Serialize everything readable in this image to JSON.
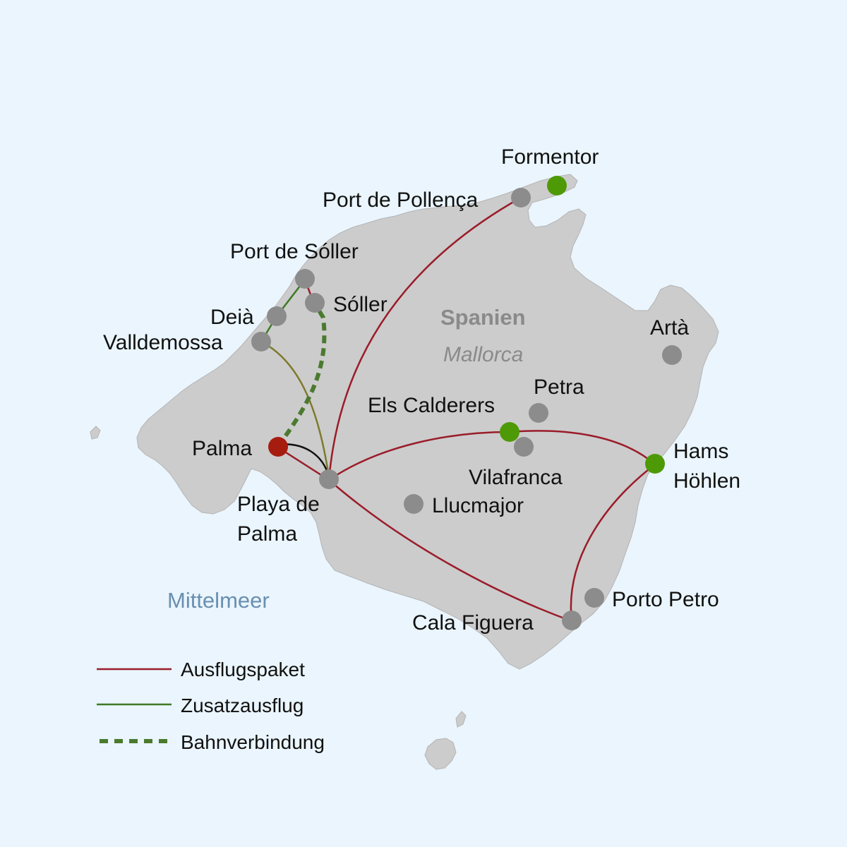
{
  "map": {
    "country_label": "Spanien",
    "island_label": "Mallorca",
    "sea_label": "Mittelmeer",
    "colors": {
      "water": "#eaf5fd",
      "land": "#cccccc",
      "place": "#8c8c8c",
      "highlight": "#4e9a06",
      "start": "#a61d0f",
      "route_main": "#9b1c2a",
      "route_extra": "#3e7a25",
      "route_extra_olive": "#7d7a2c",
      "route_rail": "#4b7a2f",
      "route_transfer": "#111111"
    },
    "places": [
      {
        "id": "formentor",
        "name": "Formentor",
        "type": "highlight"
      },
      {
        "id": "port-de-pollenca",
        "name": "Port de Pollença",
        "type": "place"
      },
      {
        "id": "port-de-soller",
        "name": "Port de Sóller",
        "type": "place"
      },
      {
        "id": "soller",
        "name": "Sóller",
        "type": "place"
      },
      {
        "id": "deia",
        "name": "Deià",
        "type": "place"
      },
      {
        "id": "valldemossa",
        "name": "Valldemossa",
        "type": "place"
      },
      {
        "id": "palma",
        "name": "Palma",
        "type": "start"
      },
      {
        "id": "playa-de-palma",
        "name_line1": "Playa de",
        "name_line2": "Palma",
        "type": "place"
      },
      {
        "id": "arta",
        "name": "Artà",
        "type": "place"
      },
      {
        "id": "petra",
        "name": "Petra",
        "type": "place"
      },
      {
        "id": "els-calderers",
        "name": "Els Calderers",
        "type": "highlight"
      },
      {
        "id": "vilafranca",
        "name": "Vilafranca",
        "type": "place"
      },
      {
        "id": "hams-hohlen",
        "name_line1": "Hams",
        "name_line2": "Höhlen",
        "type": "highlight"
      },
      {
        "id": "llucmajor",
        "name": "Llucmajor",
        "type": "place"
      },
      {
        "id": "porto-petro",
        "name": "Porto Petro",
        "type": "place"
      },
      {
        "id": "cala-figuera",
        "name": "Cala Figuera",
        "type": "place"
      }
    ],
    "legend": [
      {
        "label": "Ausflugspaket",
        "style": "solid-red"
      },
      {
        "label": "Zusatzausflug",
        "style": "solid-green"
      },
      {
        "label": "Bahnverbindung",
        "style": "dashed-green"
      }
    ]
  }
}
